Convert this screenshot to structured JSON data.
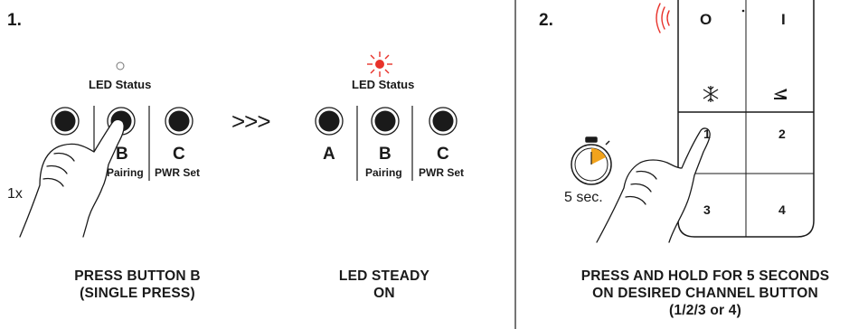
{
  "step1": {
    "number": "1.",
    "before": {
      "led_label": "LED Status",
      "buttons": [
        {
          "letter": "",
          "sub": ""
        },
        {
          "letter": "B",
          "sub": "Pairing"
        },
        {
          "letter": "C",
          "sub": "PWR Set"
        }
      ],
      "press_count": "1x",
      "caption_line1": "PRESS BUTTON B",
      "caption_line2": "(SINGLE PRESS)"
    },
    "arrow": ">>>",
    "after": {
      "led_label": "LED Status",
      "buttons": [
        {
          "letter": "A",
          "sub": ""
        },
        {
          "letter": "B",
          "sub": "Pairing"
        },
        {
          "letter": "C",
          "sub": "PWR Set"
        }
      ],
      "caption_line1": "LED STEADY",
      "caption_line2": "ON"
    }
  },
  "step2": {
    "number": "2.",
    "remote": {
      "top_left": "O",
      "top_right": "I",
      "channels": [
        "1",
        "2",
        "3",
        "4"
      ]
    },
    "timer_label": "5 sec.",
    "caption_line1": "PRESS AND HOLD FOR 5 SECONDS",
    "caption_line2": "ON DESIRED CHANNEL BUTTON",
    "caption_line3": "(1/2/3 or 4)"
  },
  "colors": {
    "led_on": "#e8322a",
    "signal_waves": "#e8322a",
    "timer_wedge": "#f2a31c",
    "ink": "#1a1a1a"
  },
  "icons": {
    "snowflake": "snowflake-icon",
    "ramp": "ramp-icon",
    "stopwatch": "stopwatch-icon",
    "hand": "pointing-hand-icon"
  }
}
